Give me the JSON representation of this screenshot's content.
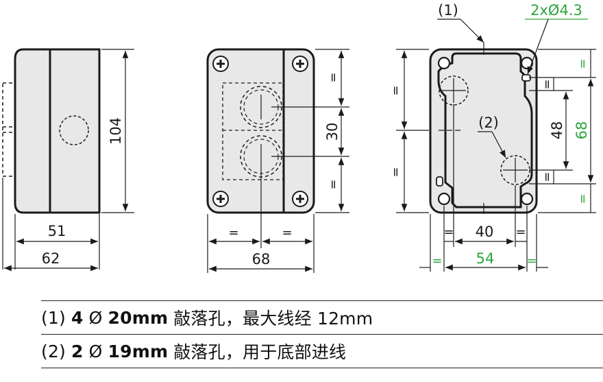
{
  "colors": {
    "line": "#1a1a1a",
    "body_fill": "#e8e8e8",
    "accent_green": "#2aa63c"
  },
  "views": {
    "side": {
      "height": "104",
      "inner_width": "51",
      "outer_width": "62"
    },
    "front": {
      "eq": "=",
      "thirty": "30",
      "width": "68"
    },
    "back": {
      "callout_1": "(1)",
      "callout_2": "(2)",
      "mount_holes": "2xØ4.3",
      "eq": "=",
      "forty_eight": "48",
      "sixty_eight": "68",
      "forty": "40",
      "fifty_four": "54"
    }
  },
  "notes": [
    {
      "ref": "(1)",
      "count": "4",
      "dia_symbol": "Ø",
      "size": "20mm",
      "text": "敲落孔，最大线经 12mm"
    },
    {
      "ref": "(2)",
      "count": "2",
      "dia_symbol": "Ø",
      "size": "19mm",
      "text": "敲落孔，用于底部进线"
    }
  ]
}
